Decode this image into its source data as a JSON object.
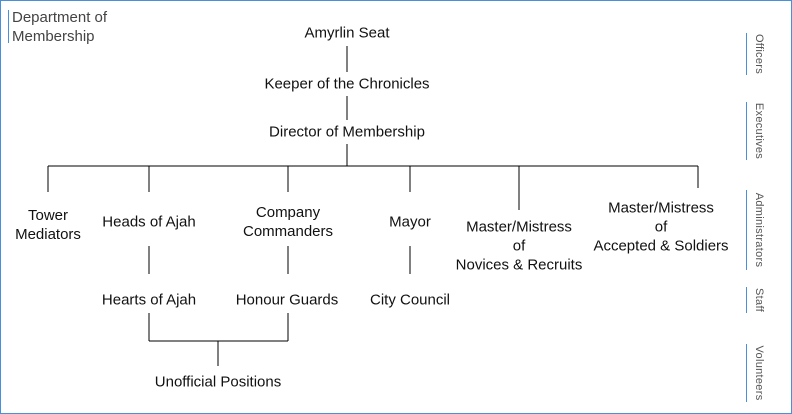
{
  "page": {
    "title_line1": "Department of",
    "title_line2": "Membership"
  },
  "tiers": [
    {
      "id": "officers",
      "label": "Officers"
    },
    {
      "id": "executives",
      "label": "Executives"
    },
    {
      "id": "administrators",
      "label": "Administrators"
    },
    {
      "id": "staff",
      "label": "Staff"
    },
    {
      "id": "volunteers",
      "label": "Volunteers"
    }
  ],
  "nodes": {
    "amyrlin": [
      "Amyrlin Seat"
    ],
    "keeper": [
      "Keeper of the Chronicles"
    ],
    "director": [
      "Director of Membership"
    ],
    "tower_mediators": [
      "Tower",
      "Mediators"
    ],
    "heads_of_ajah": [
      "Heads of Ajah"
    ],
    "company_commanders": [
      "Company",
      "Commanders"
    ],
    "mayor": [
      "Mayor"
    ],
    "master_novices": [
      "Master/Mistress",
      "of",
      "Novices & Recruits"
    ],
    "master_accepted": [
      "Master/Mistress",
      "of",
      "Accepted & Soldiers"
    ],
    "hearts_of_ajah": [
      "Hearts of Ajah"
    ],
    "honour_guards": [
      "Honour Guards"
    ],
    "city_council": [
      "City Council"
    ],
    "unofficial": [
      "Unofficial Positions"
    ]
  },
  "colors": {
    "accent": "#4a90d9",
    "line": "#000000",
    "text": "#111111"
  }
}
